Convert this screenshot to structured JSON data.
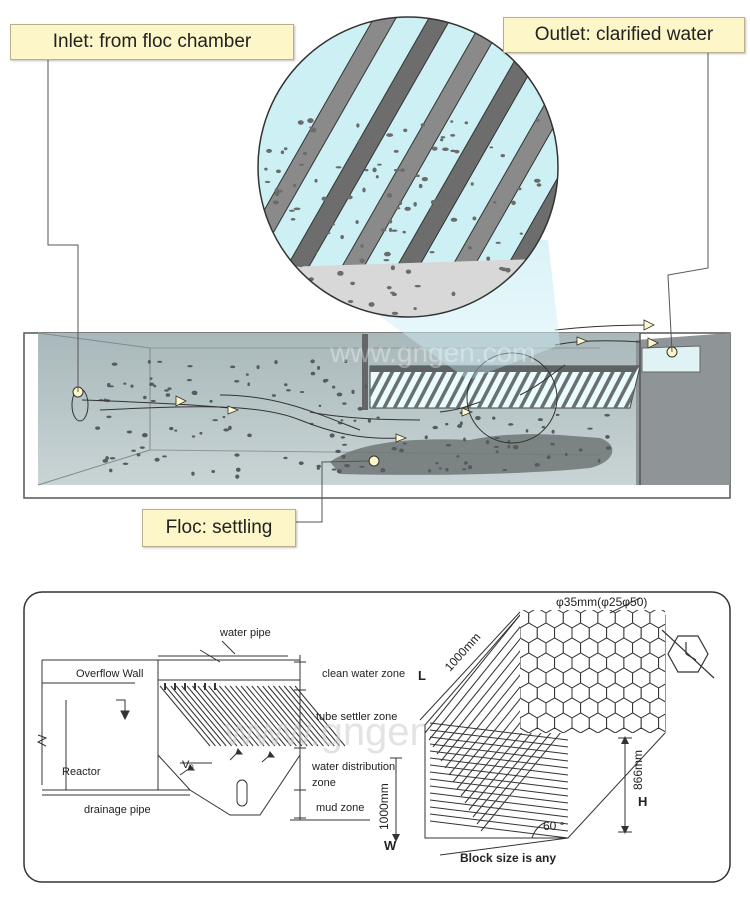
{
  "top_diagram": {
    "callouts": {
      "inlet": "Inlet: from floc chamber",
      "outlet": "Outlet: clarified water",
      "floc": "Floc: settling"
    },
    "watermark": "www.gngen.com"
  },
  "bottom_diagram": {
    "watermark": "www.gngen.com",
    "left_labels": {
      "water_pipe": "water pipe",
      "overflow_wall": "Overflow Wall",
      "reactor": "Reactor",
      "drainage_pipe": "drainage pipe",
      "velocity": "V₀"
    },
    "zones": {
      "clean": "clean water zone",
      "tube": "tube settler zone",
      "distribution_line1": "water distribution",
      "distribution_line2": "zone",
      "mud": "mud zone"
    },
    "block": {
      "diameter": "φ35mm(φ25φ50)",
      "length_dim": "1000mm",
      "length_symbol": "L",
      "width_dim": "1000mm",
      "width_symbol": "W",
      "height_dim": "866mm",
      "height_symbol": "H",
      "angle": "60 °",
      "note": "Block size is any"
    }
  }
}
